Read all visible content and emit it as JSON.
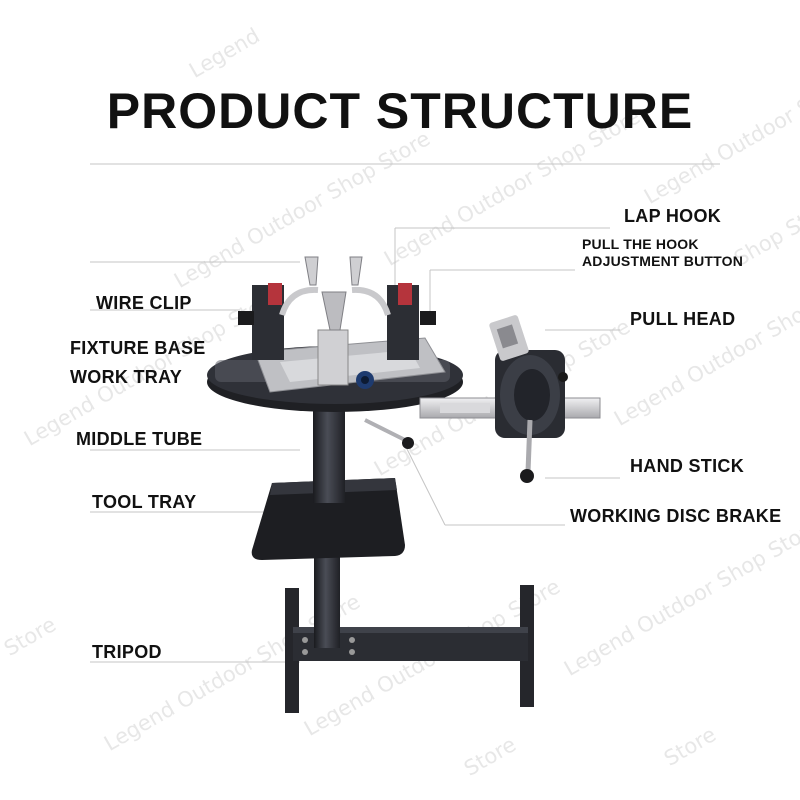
{
  "title": "PRODUCT STRUCTURE",
  "labels": {
    "wire_clip": "WIRE CLIP",
    "fixture_base": "FIXTURE BASE",
    "work_tray": "WORK TRAY",
    "middle_tube": "MIDDLE TUBE",
    "tool_tray": "TOOL TRAY",
    "tripod": "TRIPOD",
    "lap_hook": "LAP HOOK",
    "pull_hook_button_1": "PULL THE HOOK",
    "pull_hook_button_2": "ADJUSTMENT BUTTON",
    "pull_head": "PULL HEAD",
    "hand_stick": "HAND STICK",
    "working_disc_brake": "WORKING DISC BRAKE"
  },
  "watermark": {
    "full": "Legend Outdoor Shop Store",
    "store": "Store",
    "shop_store": "Shop Store",
    "legend": "Legend"
  },
  "colors": {
    "metal_dark": "#2b2d33",
    "metal_silver": "#c9c9cc",
    "accent_red": "#b5343c",
    "leader": "#bdbdbd"
  }
}
